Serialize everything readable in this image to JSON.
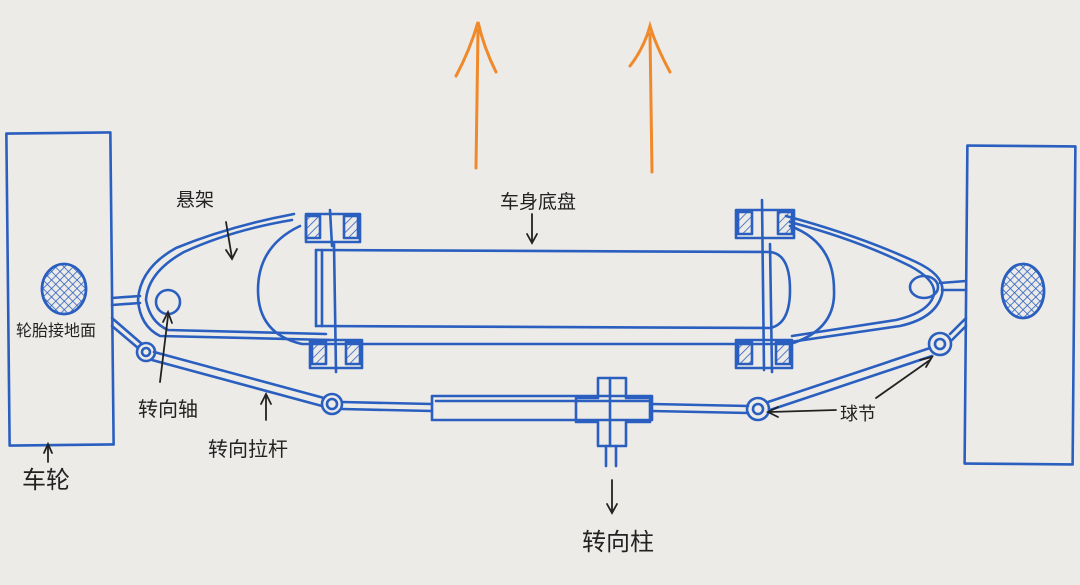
{
  "labels": {
    "suspension": "悬架",
    "body_chassis": "车身底盘",
    "tire_contact": "轮胎接地面",
    "steering_axis": "转向轴",
    "tie_rod": "转向拉杆",
    "ball_joint": "球节",
    "wheel": "车轮",
    "steering_column": "转向柱"
  },
  "colors": {
    "ink_blue": "#2a5fc0",
    "arrow_orange": "#f0892a",
    "text": "#222222",
    "board": "#ecebe8"
  }
}
